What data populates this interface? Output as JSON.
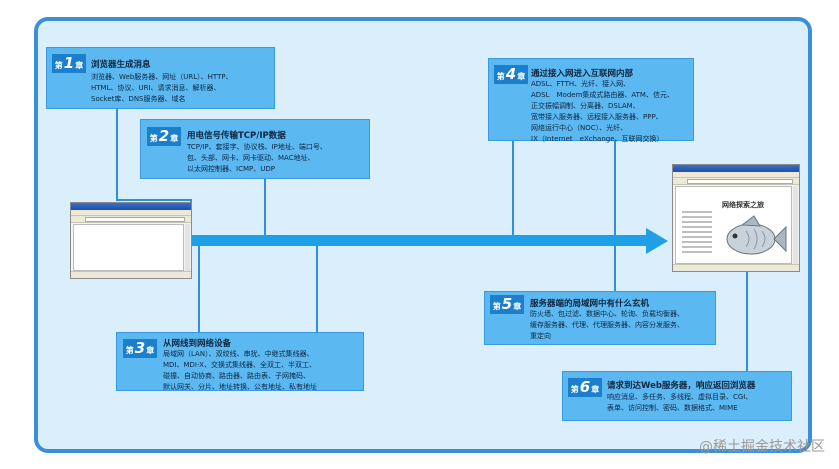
{
  "chapters": [
    {
      "badge_prefix": "第",
      "number": "1",
      "badge_suffix": "章",
      "title": "浏览器生成消息",
      "lines": [
        "浏览器、Web服务器、网址（URL）、HTTP、",
        "HTML、协议、URI、请求消息、解析器、",
        "Socket库、DNS服务器、域名"
      ]
    },
    {
      "badge_prefix": "第",
      "number": "2",
      "badge_suffix": "章",
      "title": "用电信号传输TCP/IP数据",
      "lines": [
        "TCP/IP、套接字、协议栈、IP地址、端口号、",
        "包、头部、网卡、网卡驱动、MAC地址、",
        "以太网控制器、ICMP、UDP"
      ]
    },
    {
      "badge_prefix": "第",
      "number": "3",
      "badge_suffix": "章",
      "title": "从网线到网络设备",
      "lines": [
        "局域网（LAN）、双绞线、串扰、中继式集线器、",
        "MDI、MDI-X、交换式集线器、全双工、半双工、",
        "碰撞、自动协商、路由器、路由表、子网掩码、",
        "默认网关、分片、地址转换、公有地址、私有地址"
      ]
    },
    {
      "badge_prefix": "第",
      "number": "4",
      "badge_suffix": "章",
      "title": "通过接入网进入互联网内部",
      "lines": [
        "ADSL、FTTH、光纤、接入网、",
        "ADSL　Modem集成式路由器、ATM、信元、",
        "正交振幅调制、分离器、DSLAM、",
        "宽带接入服务器、远程接入服务器、PPP、",
        "网络运行中心（NOC）、光纤、",
        "IX（Internet　eXchange、互联网交换）"
      ]
    },
    {
      "badge_prefix": "第",
      "number": "5",
      "badge_suffix": "章",
      "title": "服务器端的局域网中有什么玄机",
      "lines": [
        "防火墙、包过滤、数据中心、轮询、负载均衡器、",
        "缓存服务器、代理、代理服务器、内容分发服务、",
        "重定向"
      ]
    },
    {
      "badge_prefix": "第",
      "number": "6",
      "badge_suffix": "章",
      "title": "请求到达Web服务器，响应返回浏览器",
      "lines": [
        "响应消息、多任务、多线程、虚拟目录、CGI、",
        "表单、访问控制、密码、数据格式、MIME"
      ]
    }
  ],
  "server_page_heading": "网络探索之旅",
  "watermark": "@稀土掘金技术社区",
  "colors": {
    "frame_border": "#3a8fd8",
    "frame_fill": "#dbeefb",
    "box_fill": "#5cb8f1",
    "badge_fill": "#1c7fcb",
    "arrow": "#1ea0e6"
  }
}
